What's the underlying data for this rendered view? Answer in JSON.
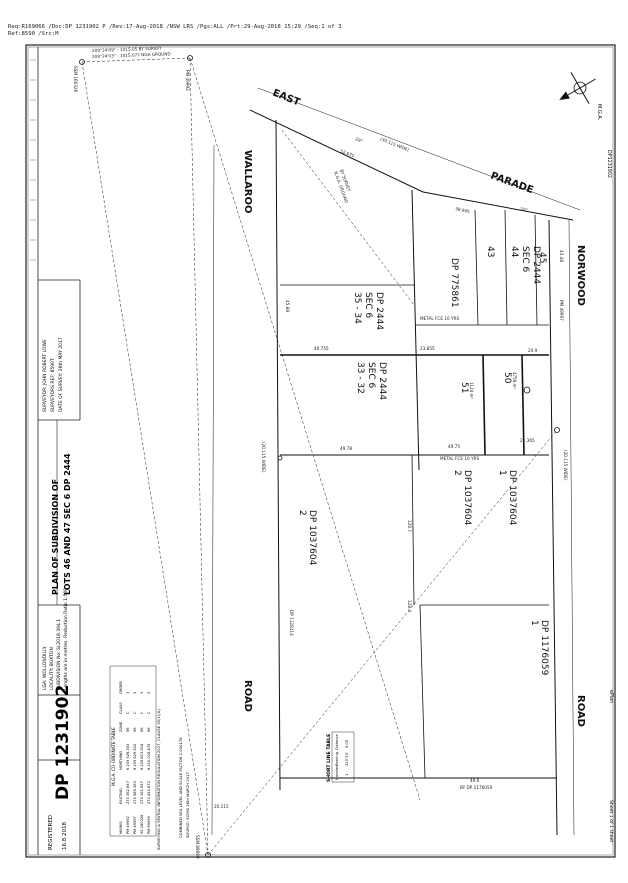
{
  "header": {
    "line1": "Req:R169066 /Doc:DP 1231902 P /Rev:17-Aug-2018 /NSW LRS /Pgs:ALL /Prt:29-Aug-2018 15:29 /Seq:1 of 3",
    "line2": "Ref:8590 /Src:M"
  },
  "plan_number": "DP 1231902",
  "plan_title": "PLAN OF SUBDIVISION OF LOTS 46 AND 47 SEC 6 DP 2444",
  "registered": {
    "label": "REGISTERED",
    "date": "16.8.2018"
  },
  "lga_block": [
    "LGA: WOLLONDILLY",
    "LOCALITY: BUXTON",
    "SUBDIVISION No: SL2018.394.1",
    "Lengths are in metres. Reduction Ratio 1:500"
  ],
  "surveyor_block": [
    "SURVEYOR: JOHN ROBERT LOWE",
    "SURVEYORS REF: 8590T",
    "DATE OF SURVEY: 26th MAY 2017"
  ],
  "ssi_note": "SURVEYING & SPATIAL INFORMATION REGULATION 2017, CLAUSE 35(1)(b)",
  "cf_note": "COMBINED SEA LEVEL AND SCALE FACTOR 1.000176",
  "source_note": "SOURCE: SCIMS 26th MARCH 2017",
  "coord_table": {
    "title": "M.G.A. CO-ORDINATE TABLE",
    "headers": [
      "MARKS",
      "EASTING",
      "NORTHING",
      "ZONE",
      "CLASS",
      "ORDER"
    ],
    "rows": [
      [
        "PM 49992",
        "270 362.657",
        "6 209 926.353",
        "56",
        "C",
        "3"
      ],
      [
        "PM 49997",
        "270 589.363",
        "6 209 829.502",
        "56",
        "C",
        "3"
      ],
      [
        "SS 160326",
        "270 191.557",
        "6 209 813.914",
        "56",
        "C",
        "3"
      ],
      [
        "PM 89099",
        "270 450.872",
        "6 210 018.475",
        "56",
        "C",
        "3"
      ]
    ]
  },
  "short_line_table": {
    "title": "SHORT LINE TABLE",
    "headers": [
      "Number",
      "Bearing",
      "Distance"
    ],
    "rows": [
      [
        "1",
        "320°10'",
        "5.05"
      ]
    ]
  },
  "north": {
    "label": "M.G.A."
  },
  "sheet": "Sheet 1 of 1 sheet",
  "dp_side": "DP1231902",
  "eplan": "ePlan",
  "roads": [
    {
      "word": "EAST"
    },
    {
      "word": "PARADE"
    },
    {
      "word": "NORWOOD"
    },
    {
      "word": "ROAD"
    },
    {
      "word": "WALLAROO"
    },
    {
      "word": "ROAD"
    }
  ],
  "lots": [
    {
      "lines": [
        "43"
      ]
    },
    {
      "lines": [
        "44",
        "SEC 6",
        "DP 2444"
      ]
    },
    {
      "lines": [
        "45"
      ]
    },
    {
      "lines": [
        "DP 775861"
      ]
    },
    {
      "lines": [
        "35 - 34",
        "SEC 6",
        "DP 2444"
      ]
    },
    {
      "lines": [
        "33 - 32",
        "SEC 6",
        "DP 2444"
      ]
    },
    {
      "lines": [
        "51",
        "1124 m²"
      ]
    },
    {
      "lines": [
        "50",
        "4759 m²"
      ]
    },
    {
      "lines": [
        "2",
        "DP 1037604"
      ]
    },
    {
      "lines": [
        "2",
        "DP 1037604"
      ]
    },
    {
      "lines": [
        "1",
        "DP 1037604"
      ]
    },
    {
      "lines": [
        "1",
        "DP 1176059"
      ]
    }
  ],
  "annotations": [
    {
      "text": "(30.115 WIDE)"
    },
    {
      "text": "52.675"
    },
    {
      "text": "29°"
    },
    {
      "text": "38.995"
    },
    {
      "text": "20°"
    },
    {
      "text": "43.48"
    },
    {
      "text": "METAL FCE 10 YRS"
    },
    {
      "text": "METAL FCE 10 YRS"
    },
    {
      "text": "24.9"
    },
    {
      "text": "21.365"
    },
    {
      "text": "49.75"
    },
    {
      "text": "49.78"
    },
    {
      "text": "40.755"
    },
    {
      "text": "23.855"
    },
    {
      "text": "(20.115 WIDE)"
    },
    {
      "text": "(20.115 WIDE)"
    },
    {
      "text": "49.6"
    },
    {
      "text": "BY DP 1176059"
    },
    {
      "text": "20.115"
    },
    {
      "text": "120.7"
    },
    {
      "text": "45.88"
    },
    {
      "text": "128.4"
    },
    {
      "text": "BY SURVEY"
    },
    {
      "text": "N.G.A. GROUND"
    },
    {
      "text": "209°24'09\" - 1015.05 BY SURVEY"
    },
    {
      "text": "209°24'03\" - 1015.077 NGA GROUND"
    },
    {
      "text": "SSM 160326"
    },
    {
      "text": "PM 49992"
    },
    {
      "text": "PM 49997"
    },
    {
      "text": "SSM 89099"
    },
    {
      "text": "DP 1128114"
    }
  ]
}
